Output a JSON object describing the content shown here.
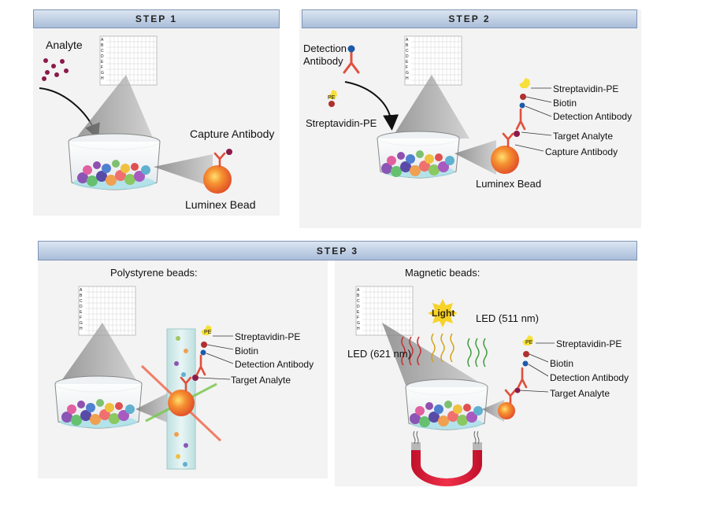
{
  "steps": {
    "step1": {
      "title": "STEP 1"
    },
    "step2": {
      "title": "STEP 2"
    },
    "step3": {
      "title": "STEP 3"
    }
  },
  "plate_rows": [
    "A",
    "B",
    "C",
    "D",
    "E",
    "F",
    "G",
    "H"
  ],
  "step1_labels": {
    "analyte": "Analyte",
    "capture_antibody": "Capture Antibody",
    "luminex_bead": "Luminex Bead"
  },
  "step2_labels": {
    "detection_antibody_line1": "Detection",
    "detection_antibody_line2": "Antibody",
    "pe": "PE",
    "streptavidin_pe": "Streptavidin-PE",
    "legend": [
      "Streptavidin-PE",
      "Biotin",
      "Detection Antibody",
      "Target Analyte",
      "Capture Antibody"
    ],
    "luminex_bead": "Luminex Bead"
  },
  "step3_labels": {
    "polystyrene": "Polystyrene beads:",
    "magnetic": "Magnetic beads:",
    "pe": "PE",
    "light": "Light",
    "led_511": "LED (511 nm)",
    "led_621": "LED (621 nm)",
    "legend_left": [
      "Streptavidin-PE",
      "Biotin",
      "Detection Antibody",
      "Target Analyte"
    ],
    "legend_right": [
      "Streptavidin-PE",
      "Biotin",
      "Detection Antibody",
      "Target Analyte"
    ]
  },
  "colors": {
    "header_top": "#dbe5f1",
    "header_bottom": "#a9bdd9",
    "panel_bg": "#f3f3f3",
    "antibody": "#e0503c",
    "analyte": "#8b1a4a",
    "bead": "#f07a2a",
    "magnet": "#e0203c"
  }
}
